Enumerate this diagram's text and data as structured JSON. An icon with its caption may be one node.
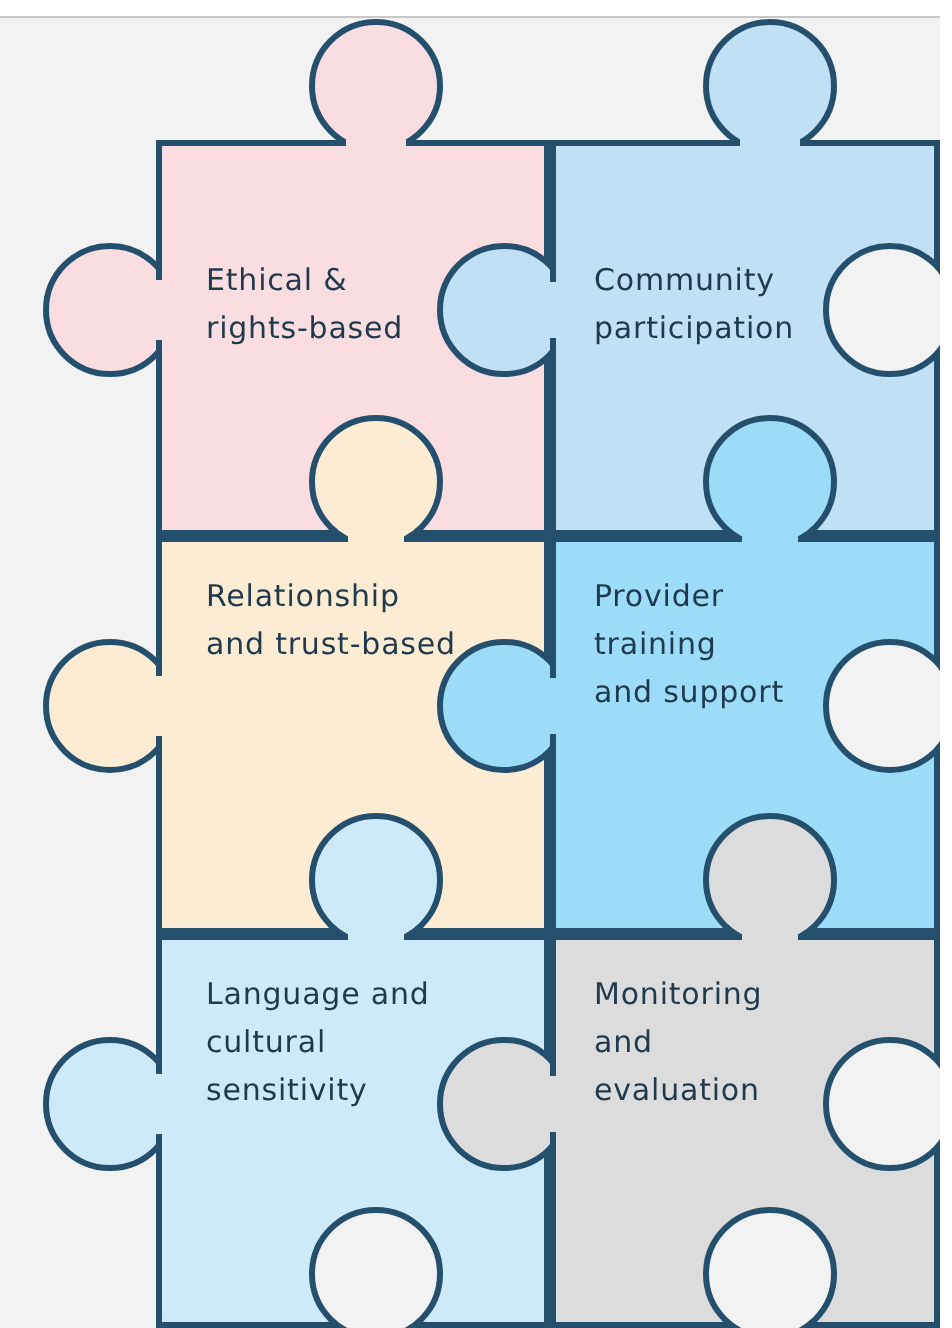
{
  "diagram": {
    "nodes": [
      {
        "text": [
          "Ethical & rights-based"
        ]
      },
      {
        "text": [
          "Community participation"
        ]
      },
      {
        "text": [
          "Relationship and trust-based"
        ]
      },
      {
        "text": [
          "Provider training and support"
        ]
      },
      {
        "text": [
          "Language and cultural sensitivity"
        ]
      },
      {
        "text": [
          "Monitoring and evaluation"
        ]
      }
    ]
  }
}
